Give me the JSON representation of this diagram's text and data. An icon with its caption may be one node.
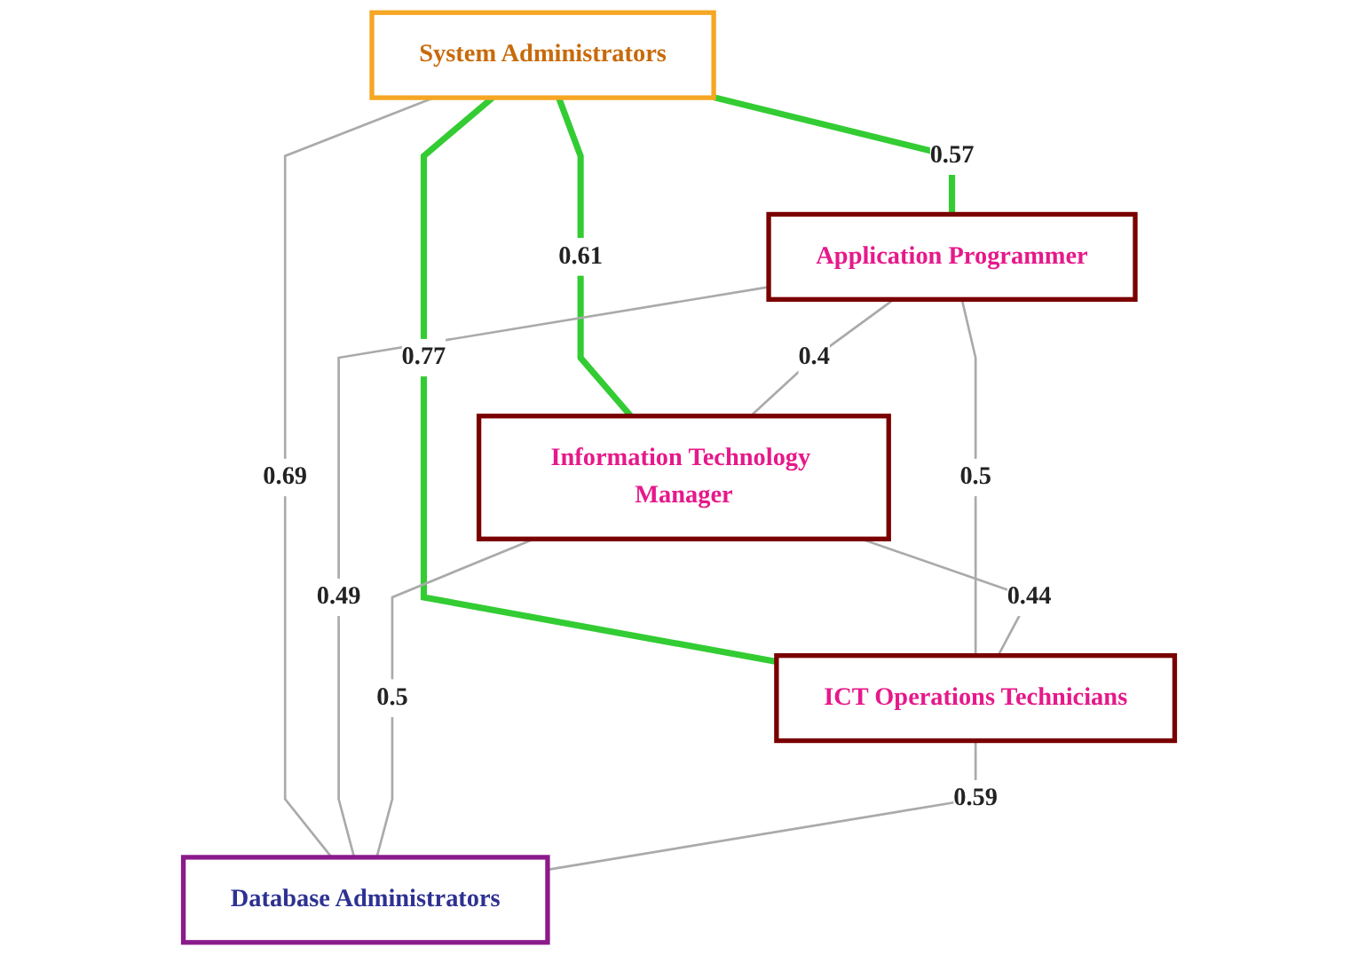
{
  "diagram": {
    "nodes": [
      {
        "text": [
          "System Administrators"
        ]
      },
      {
        "text": [
          "Application Programmer"
        ]
      },
      {
        "text": [
          "Information Technology Manager"
        ]
      },
      {
        "text": [
          "ICT Operations Technicians"
        ]
      },
      {
        "text": [
          "Database Administrators"
        ]
      }
    ],
    "edges": [
      {
        "from": 0,
        "to": 1,
        "arrow": "none",
        "label": "0.57",
        "style": "thick",
        "color": "#33cc33"
      },
      {
        "from": 0,
        "to": 3,
        "arrow": "none",
        "label": "0.77",
        "style": "thick",
        "color": "#33cc33"
      },
      {
        "from": 0,
        "to": 2,
        "arrow": "none",
        "label": "0.61",
        "style": "thick",
        "color": "#33cc33"
      },
      {
        "from": 0,
        "to": 4,
        "arrow": "none",
        "label": "0.69"
      },
      {
        "from": 1,
        "to": 2,
        "arrow": "none",
        "label": "0.4"
      },
      {
        "from": 1,
        "to": 3,
        "arrow": "none",
        "label": "0.5"
      },
      {
        "from": 1,
        "to": 4,
        "arrow": "none",
        "label": "0.49"
      },
      {
        "from": 2,
        "to": 3,
        "arrow": "none",
        "label": "0.44"
      },
      {
        "from": 2,
        "to": 4,
        "arrow": "none",
        "label": "0.5"
      },
      {
        "from": 3,
        "to": 4,
        "arrow": "none",
        "label": "0.59"
      }
    ]
  }
}
